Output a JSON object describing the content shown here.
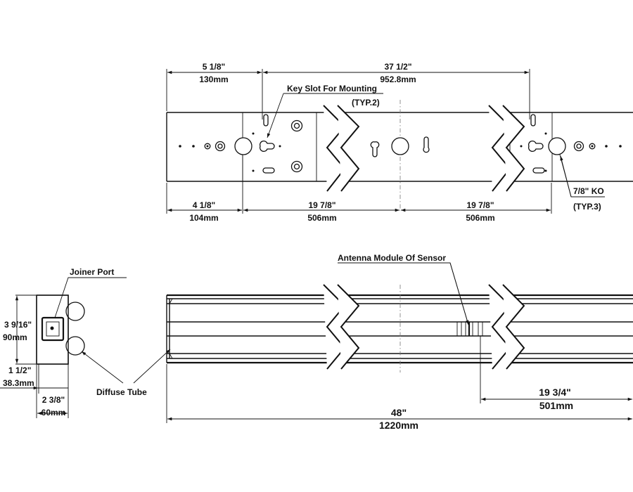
{
  "top_view": {
    "dim_left_inch": "5 1/8\"",
    "dim_left_mm": "130mm",
    "dim_span_inch": "37 1/2\"",
    "dim_span_mm": "952.8mm",
    "keyslot_label": "Key Slot For Mounting",
    "keyslot_typ": "(TYP.2)",
    "ko_label": "7/8\" KO",
    "ko_typ": "(TYP.3)",
    "dim_bottom_left_inch": "4 1/8\"",
    "dim_bottom_left_mm": "104mm",
    "dim_bottom_mid_inch": "19 7/8\"",
    "dim_bottom_mid_mm": "506mm",
    "dim_bottom_right_inch": "19 7/8\"",
    "dim_bottom_right_mm": "506mm"
  },
  "end_view": {
    "joiner_port_label": "Joiner Port",
    "height_inch": "3 9/16\"",
    "height_mm": "90mm",
    "lower_inch": "1 1/2\"",
    "lower_mm": "38.3mm",
    "width_inch": "2 3/8\"",
    "width_mm": "60mm",
    "diffuse_tube_label": "Diffuse Tube"
  },
  "side_view": {
    "antenna_label": "Antenna Module Of Sensor",
    "sensor_dim_inch": "19 3/4\"",
    "sensor_dim_mm": "501mm",
    "length_inch": "48\"",
    "length_mm": "1220mm"
  }
}
